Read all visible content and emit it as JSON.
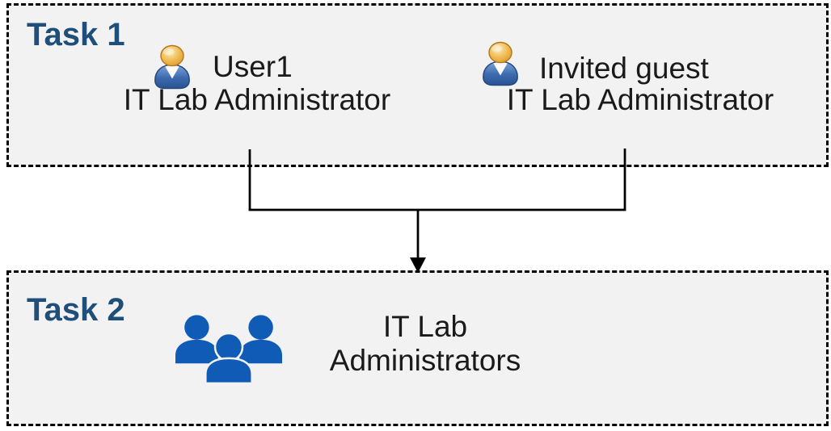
{
  "diagram": {
    "task1": {
      "title": "Task 1",
      "members": [
        {
          "name": "User1",
          "role": "IT Lab Administrator",
          "icon": "person-icon"
        },
        {
          "name": "Invited guest",
          "role": "IT Lab Administrator",
          "icon": "person-icon"
        }
      ]
    },
    "task2": {
      "title": "Task 2",
      "group": {
        "label": "IT Lab Administrators",
        "icon": "people-group-icon"
      }
    },
    "connector": {
      "style": "merge-arrow-down"
    },
    "colors": {
      "task_title_navy": "#1F4E79",
      "box_fill": "#F2F2F2",
      "box_border": "#000000",
      "body_text": "#1A1A1A",
      "connector_line": "#000000",
      "group_icon_blue": "#0F5BB5",
      "person_head_gold": "#EFB045",
      "person_body_blue": "#3C6BAE"
    }
  }
}
